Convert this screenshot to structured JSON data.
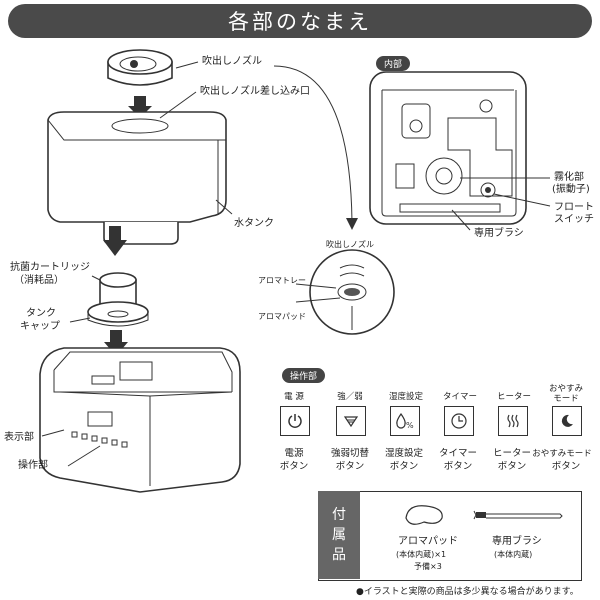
{
  "title": "各部のなまえ",
  "labels": {
    "nozzle": "吹出しノズル",
    "nozzle_socket": "吹出しノズル差し込み口",
    "water_tank": "水タンク",
    "cartridge_1": "抗菌カートリッジ",
    "cartridge_2": "（消耗品）",
    "tank_cap_1": "タンク",
    "tank_cap_2": "キャップ",
    "display": "表示部",
    "controls": "操作部"
  },
  "interior": {
    "header": "内部",
    "mist_1": "霧化部",
    "mist_2": "(振動子)",
    "float_1": "フロート",
    "float_2": "スイッチ",
    "brush": "専用ブラシ"
  },
  "nozzle_detail": {
    "nozzle": "吹出しノズル",
    "aroma_tray": "アロマトレー",
    "aroma_pad": "アロマパッド"
  },
  "controls": {
    "header": "操作部",
    "buttons": [
      {
        "top": "電 源",
        "icon": "power-icon",
        "bottom1": "電源",
        "bottom2": "ボタン"
      },
      {
        "top": "強／弱",
        "icon": "steam-strength-icon",
        "bottom1": "強弱切替",
        "bottom2": "ボタン"
      },
      {
        "top": "湿度設定",
        "icon": "humidity-icon",
        "bottom1": "湿度設定",
        "bottom2": "ボタン"
      },
      {
        "top": "タイマー",
        "icon": "clock-icon",
        "bottom1": "タイマー",
        "bottom2": "ボタン"
      },
      {
        "top": "ヒーター",
        "icon": "heater-icon",
        "bottom1": "ヒーター",
        "bottom2": "ボタン"
      },
      {
        "top1": "おやすみ",
        "top2": "モード",
        "icon": "moon-icon",
        "bottom1": "おやすみモード",
        "bottom2": "ボタン"
      }
    ]
  },
  "accessories": {
    "header_1": "付",
    "header_2": "属",
    "header_3": "品",
    "pad_name": "アロマパッド",
    "pad_note1": "(本体内蔵)×1",
    "pad_note2": "予備×3",
    "brush_name": "専用ブラシ",
    "brush_note": "(本体内蔵)"
  },
  "footnote": "●イラストと実際の商品は多少異なる場合があります。"
}
